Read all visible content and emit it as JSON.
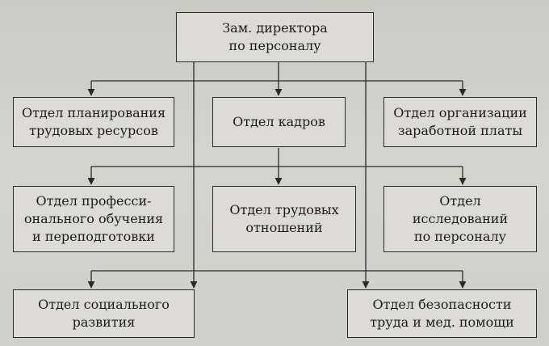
{
  "diagram": {
    "root": {
      "label": "Зам. директора\nпо персоналу"
    },
    "row1": [
      {
        "label": "Отдел планирования\nтрудовых ресурсов"
      },
      {
        "label": "Отдел кадров"
      },
      {
        "label": "Отдел организации\nзаработной платы"
      }
    ],
    "row2": [
      {
        "label": "Отдел професси-\nонального обучения\nи переподготовки"
      },
      {
        "label": "Отдел трудовых\nотношений"
      },
      {
        "label": "Отдел\nисследований\nпо персоналу"
      }
    ],
    "row3": [
      {
        "label": "Отдел социального\nразвития"
      },
      {
        "label": "Отдел безопасности\nтруда и мед. помощи"
      }
    ]
  },
  "colors": {
    "line": "#2a2a2a",
    "box_fill": "#dcdcd5",
    "background": "#cfd0c9"
  }
}
